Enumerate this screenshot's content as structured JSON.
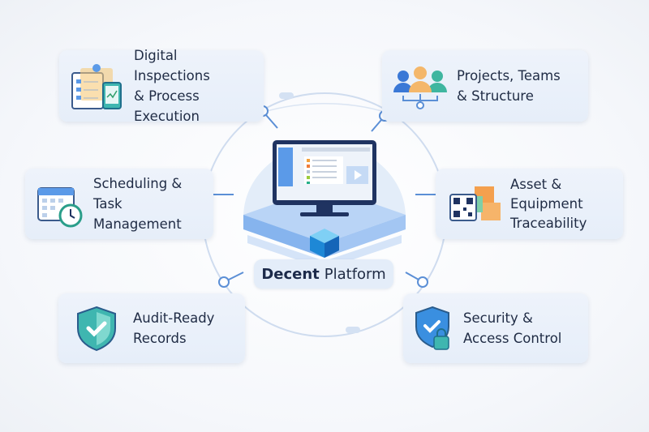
{
  "platform": {
    "name_bold": "Decent",
    "name_rest": "Platform"
  },
  "features": [
    {
      "line1": "Digital Inspections",
      "line2": "& Process Execution"
    },
    {
      "line1": "Projects, Teams",
      "line2": "& Structure"
    },
    {
      "line1": "Scheduling &",
      "line2": "Task Management"
    },
    {
      "line1": "Asset &",
      "line2": "Equipment",
      "line3": "Traceability"
    },
    {
      "line1": "Audit-Ready",
      "line2": "Records"
    },
    {
      "line1": "Security &",
      "line2": "Access Control"
    }
  ],
  "colors": {
    "accent": "#2f80ed",
    "card_bg": "#e9f0fa",
    "text": "#1f2b44",
    "teal": "#3fb6b0"
  }
}
